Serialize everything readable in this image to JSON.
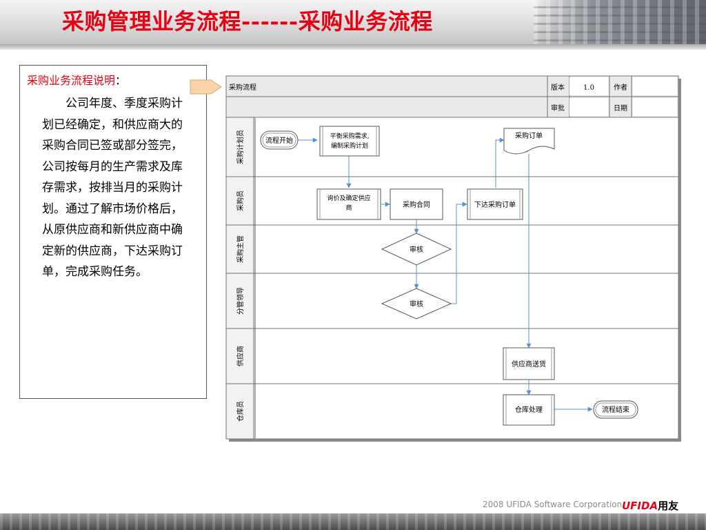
{
  "header": {
    "title": "采购管理业务流程------采购业务流程"
  },
  "description": {
    "heading": "采购业务流程说明",
    "colon": "：",
    "body": "公司年度、季度采购计划已经确定，和供应商大的采购合同已签或部分签完，公司按每月的生产需求及库存需求，按排当月的采购计划。通过了解市场价格后，从原供应商和新供应商中确定新的供应商，下达采购订单，完成采购任务。"
  },
  "flow_header": {
    "name": "采购流程",
    "version_label": "版本",
    "version_value": "1.0",
    "author_label": "作者",
    "approve_label": "审批",
    "date_label": "日期"
  },
  "lanes": [
    "采购计划员",
    "采购员",
    "采购主管",
    "分管领导",
    "供应商",
    "仓库员"
  ],
  "nodes": {
    "start": "流程开始",
    "balance_line1": "平衡采购需求,",
    "balance_line2": "编制采购计划",
    "order_doc": "采购订单",
    "inquiry_line1": "询价及确定供应",
    "inquiry_line2": "商",
    "contract": "采购合同",
    "issue_order": "下达采购订单",
    "review1": "审核",
    "review2": "审核",
    "supplier_delivery": "供应商送货",
    "warehouse": "仓库处理",
    "end": "流程结束"
  },
  "footer": {
    "copyright": "2008 UFIDA Software Corporation",
    "logo": "UFIDA",
    "logo_cn": "用友"
  },
  "colors": {
    "title_red": "#e60012",
    "connector_blue": "#5b8fcf",
    "header_fill": "#eaeaea",
    "arrow_tab_fill": "#fbd3a8"
  }
}
